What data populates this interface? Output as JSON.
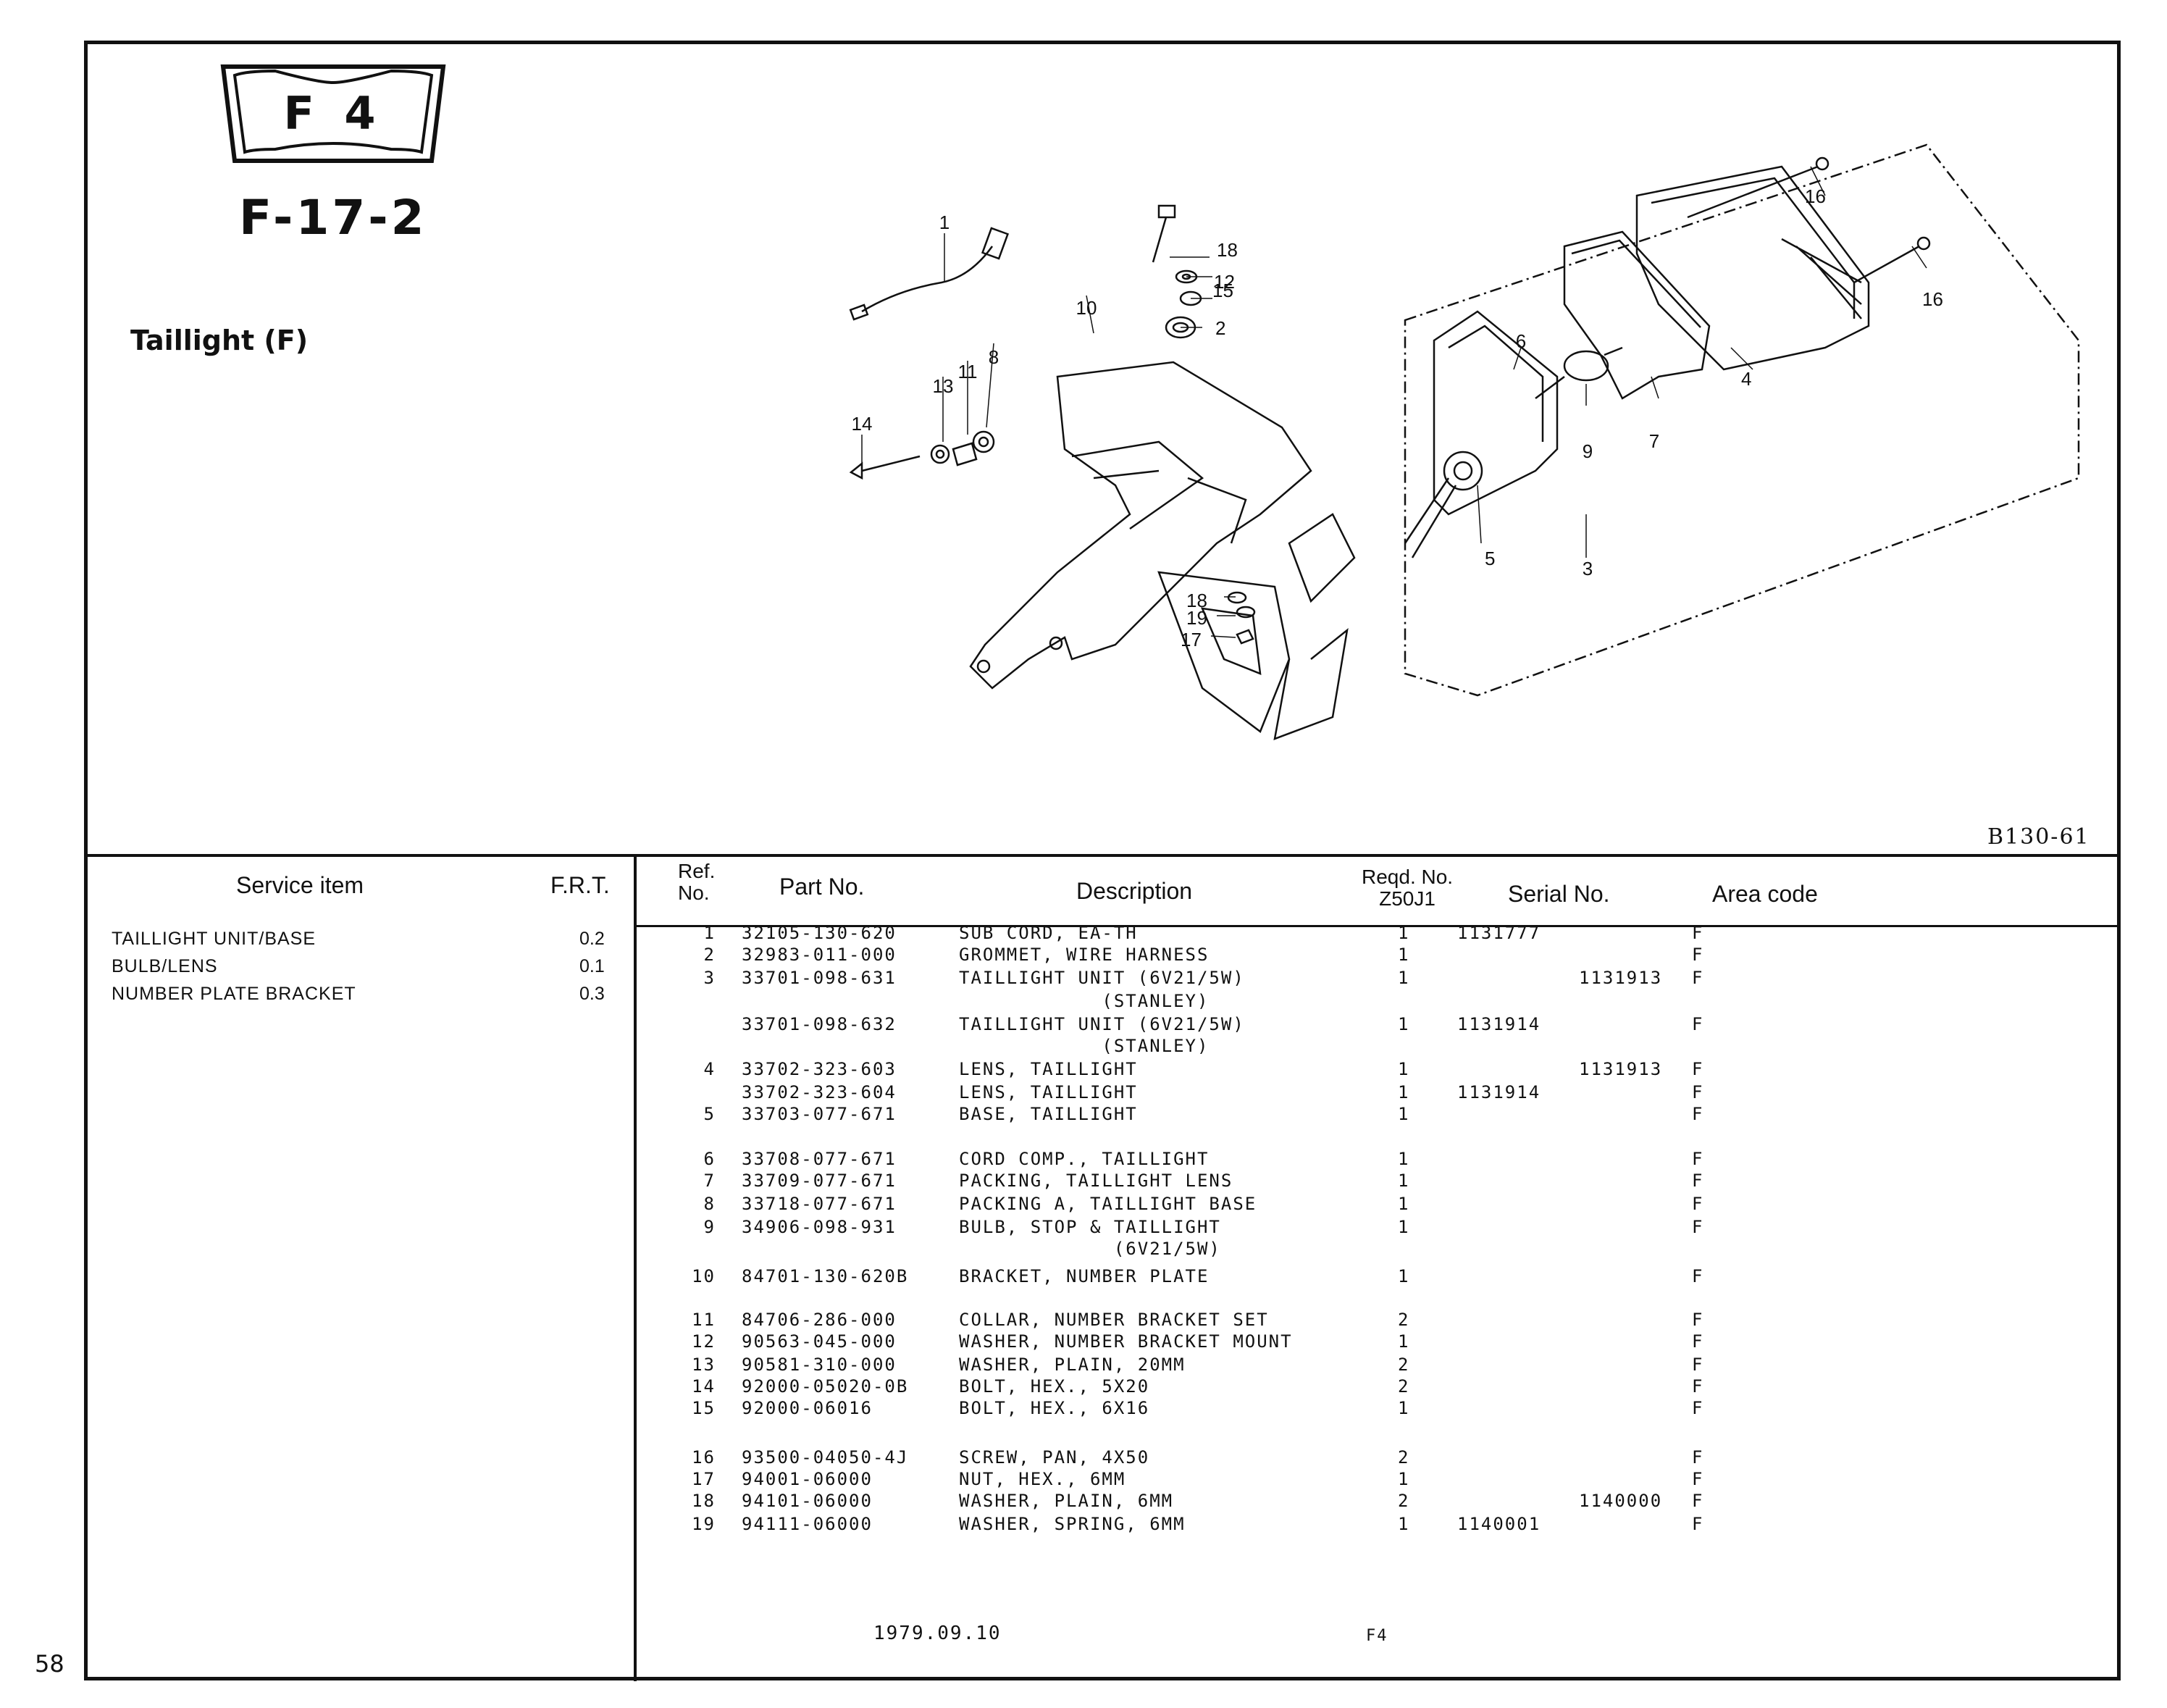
{
  "page_number": "58",
  "badge": {
    "text": "F 4"
  },
  "figure": {
    "code": "F-17-2",
    "title": "Taillight (F)",
    "diagram_code": "B130-61"
  },
  "callouts": [
    "1",
    "2",
    "3",
    "4",
    "5",
    "6",
    "7",
    "8",
    "9",
    "10",
    "11",
    "12",
    "13",
    "14",
    "15",
    "16",
    "16",
    "17",
    "18",
    "18",
    "19"
  ],
  "service_header": {
    "item": "Service item",
    "frt": "F.R.T."
  },
  "service_items": [
    {
      "item": "TAILLIGHT UNIT/BASE",
      "frt": "0.2"
    },
    {
      "item": "BULB/LENS",
      "frt": "0.1"
    },
    {
      "item": "NUMBER PLATE BRACKET",
      "frt": "0.3"
    }
  ],
  "table_header": {
    "ref_line1": "Ref.",
    "ref_line2": "No.",
    "part_no": "Part No.",
    "description": "Description",
    "reqd_line1": "Reqd. No.",
    "reqd_line2": "Z50J1",
    "serial_no": "Serial No.",
    "area_code": "Area code"
  },
  "parts": [
    {
      "ref": "1",
      "part": "32105-130-620",
      "desc": "SUB CORD, EA-TH",
      "qty": "1",
      "from": "1131777",
      "to": "",
      "area": "F"
    },
    {
      "ref": "2",
      "part": "32983-011-000",
      "desc": "GROMMET, WIRE HARNESS",
      "qty": "1",
      "from": "",
      "to": "",
      "area": "F"
    },
    {
      "ref": "3",
      "part": "33701-098-631",
      "desc": "TAILLIGHT UNIT (6V21/5W)",
      "qty": "1",
      "from": "",
      "to": "1131913",
      "area": "F"
    },
    {
      "ref": "",
      "part": "",
      "desc": "            (STANLEY)",
      "qty": "",
      "from": "",
      "to": "",
      "area": ""
    },
    {
      "ref": "",
      "part": "33701-098-632",
      "desc": "TAILLIGHT UNIT (6V21/5W)",
      "qty": "1",
      "from": "1131914",
      "to": "",
      "area": "F"
    },
    {
      "ref": "",
      "part": "",
      "desc": "            (STANLEY)",
      "qty": "",
      "from": "",
      "to": "",
      "area": ""
    },
    {
      "ref": "4",
      "part": "33702-323-603",
      "desc": "LENS, TAILLIGHT",
      "qty": "1",
      "from": "",
      "to": "1131913",
      "area": "F"
    },
    {
      "ref": "",
      "part": "33702-323-604",
      "desc": "LENS, TAILLIGHT",
      "qty": "1",
      "from": "1131914",
      "to": "",
      "area": "F"
    },
    {
      "ref": "5",
      "part": "33703-077-671",
      "desc": "BASE, TAILLIGHT",
      "qty": "1",
      "from": "",
      "to": "",
      "area": "F"
    },
    {
      "ref": "6",
      "part": "33708-077-671",
      "desc": "CORD COMP., TAILLIGHT",
      "qty": "1",
      "from": "",
      "to": "",
      "area": "F"
    },
    {
      "ref": "7",
      "part": "33709-077-671",
      "desc": "PACKING, TAILLIGHT LENS",
      "qty": "1",
      "from": "",
      "to": "",
      "area": "F"
    },
    {
      "ref": "8",
      "part": "33718-077-671",
      "desc": "PACKING A, TAILLIGHT BASE",
      "qty": "1",
      "from": "",
      "to": "",
      "area": "F"
    },
    {
      "ref": "9",
      "part": "34906-098-931",
      "desc": "BULB, STOP & TAILLIGHT",
      "qty": "1",
      "from": "",
      "to": "",
      "area": "F"
    },
    {
      "ref": "",
      "part": "",
      "desc": "             (6V21/5W)",
      "qty": "",
      "from": "",
      "to": "",
      "area": ""
    },
    {
      "ref": "10",
      "part": "84701-130-620B",
      "desc": "BRACKET, NUMBER PLATE",
      "qty": "1",
      "from": "",
      "to": "",
      "area": "F"
    },
    {
      "ref": "11",
      "part": "84706-286-000",
      "desc": "COLLAR, NUMBER BRACKET SET",
      "qty": "2",
      "from": "",
      "to": "",
      "area": "F"
    },
    {
      "ref": "12",
      "part": "90563-045-000",
      "desc": "WASHER, NUMBER BRACKET MOUNT",
      "qty": "1",
      "from": "",
      "to": "",
      "area": "F"
    },
    {
      "ref": "13",
      "part": "90581-310-000",
      "desc": "WASHER, PLAIN, 20MM",
      "qty": "2",
      "from": "",
      "to": "",
      "area": "F"
    },
    {
      "ref": "14",
      "part": "92000-05020-0B",
      "desc": "BOLT, HEX., 5X20",
      "qty": "2",
      "from": "",
      "to": "",
      "area": "F"
    },
    {
      "ref": "15",
      "part": "92000-06016",
      "desc": "BOLT, HEX., 6X16",
      "qty": "1",
      "from": "",
      "to": "",
      "area": "F"
    },
    {
      "ref": "16",
      "part": "93500-04050-4J",
      "desc": "SCREW, PAN, 4X50",
      "qty": "2",
      "from": "",
      "to": "",
      "area": "F"
    },
    {
      "ref": "17",
      "part": "94001-06000",
      "desc": "NUT, HEX., 6MM",
      "qty": "1",
      "from": "",
      "to": "",
      "area": "F"
    },
    {
      "ref": "18",
      "part": "94101-06000",
      "desc": "WASHER, PLAIN, 6MM",
      "qty": "2",
      "from": "",
      "to": "1140000",
      "area": "F"
    },
    {
      "ref": "19",
      "part": "94111-06000",
      "desc": "WASHER, SPRING, 6MM",
      "qty": "1",
      "from": "1140001",
      "to": "",
      "area": "F"
    }
  ],
  "footer": {
    "date": "1979.09.10",
    "code": "F4"
  }
}
